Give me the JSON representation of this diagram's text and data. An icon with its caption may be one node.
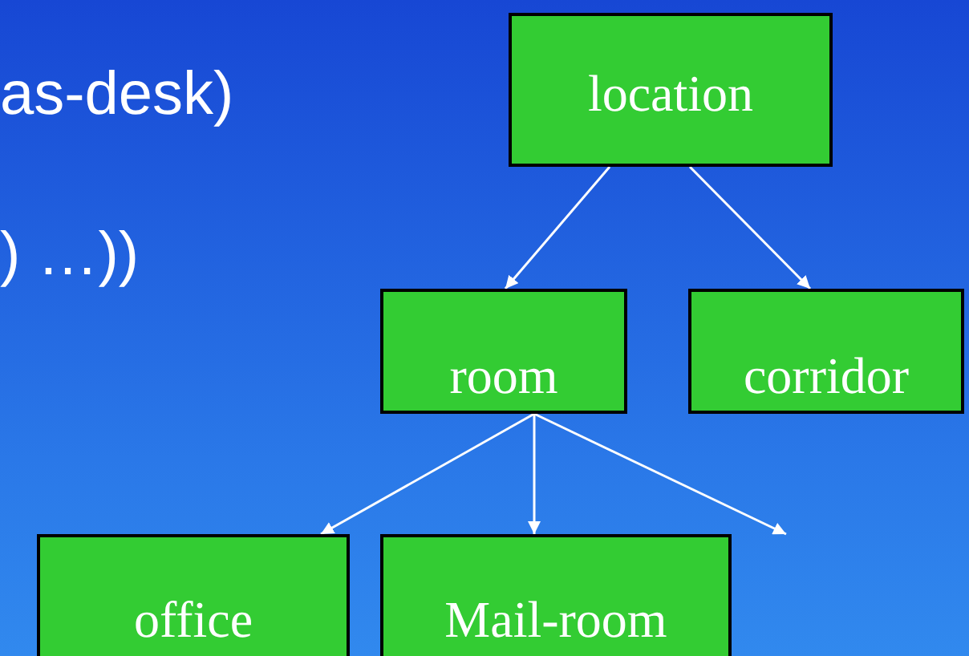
{
  "diagram": {
    "nodes": [
      {
        "text": [
          "location"
        ]
      },
      {
        "text": [
          "room"
        ]
      },
      {
        "text": [
          "corridor"
        ]
      },
      {
        "text": [
          "office"
        ]
      },
      {
        "text": [
          "Mail-room"
        ]
      }
    ],
    "edges": [
      {
        "from": 0,
        "to": 1,
        "arrow": "to"
      },
      {
        "from": 0,
        "to": 2,
        "arrow": "to"
      },
      {
        "from": 1,
        "to": 3,
        "arrow": "to"
      },
      {
        "from": 1,
        "to": 4,
        "arrow": "to"
      },
      {
        "from": 1,
        "to": null,
        "arrow": "to"
      }
    ],
    "labels": [
      "as-desk)",
      ") …))"
    ]
  }
}
